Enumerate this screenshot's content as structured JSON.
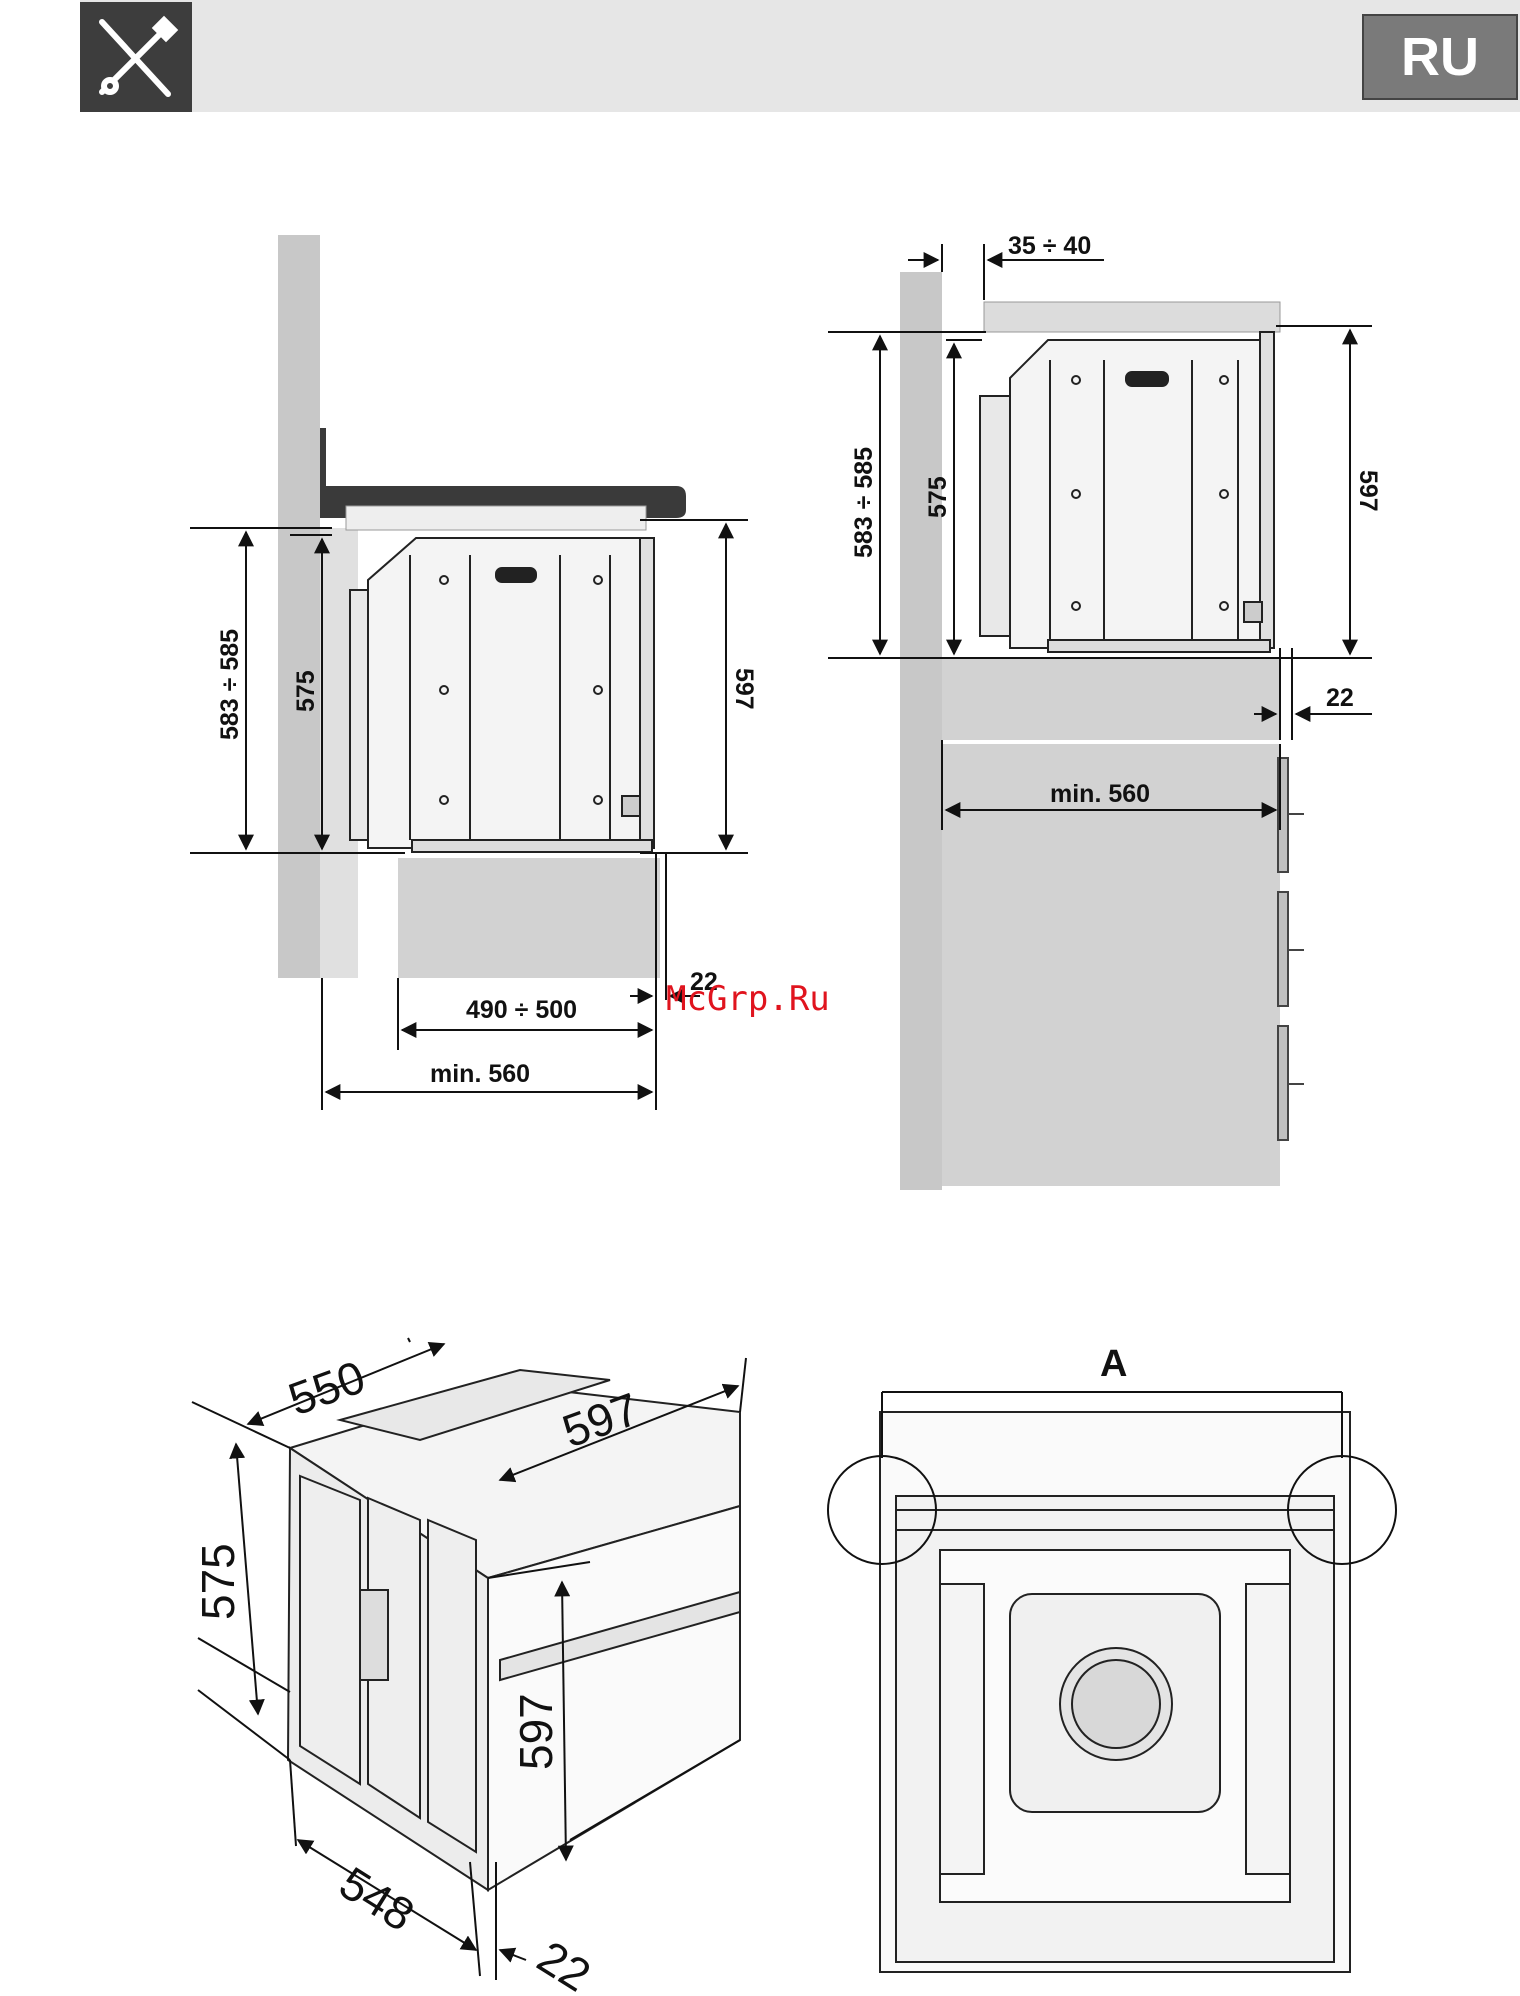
{
  "header": {
    "tool_icon": "tools-icon",
    "language_badge": "RU"
  },
  "watermark": "McGrp.Ru",
  "diagram_under_hob": {
    "dim_height_range": "583 ÷ 585",
    "dim_height_inner": "575",
    "dim_height_outer": "597",
    "dim_depth_range": "490 ÷ 500",
    "dim_depth_min": "min. 560",
    "dim_front": "22"
  },
  "diagram_column": {
    "dim_top_gap": "35 ÷ 40",
    "dim_height_range": "583 ÷ 585",
    "dim_height_inner": "575",
    "dim_height_outer": "597",
    "dim_front": "22",
    "dim_depth_min": "min. 560"
  },
  "diagram_perspective": {
    "dim_depth_top": "550",
    "dim_width": "597",
    "dim_height_body": "575",
    "dim_height_front": "597",
    "dim_depth_bottom": "548",
    "dim_front": "22"
  },
  "diagram_front_view": {
    "label_A": "A"
  },
  "colors": {
    "wall": "#c8c8c8",
    "cabinet": "#d2d2d2",
    "countertop": "#3a3a3a",
    "line": "#111111"
  }
}
